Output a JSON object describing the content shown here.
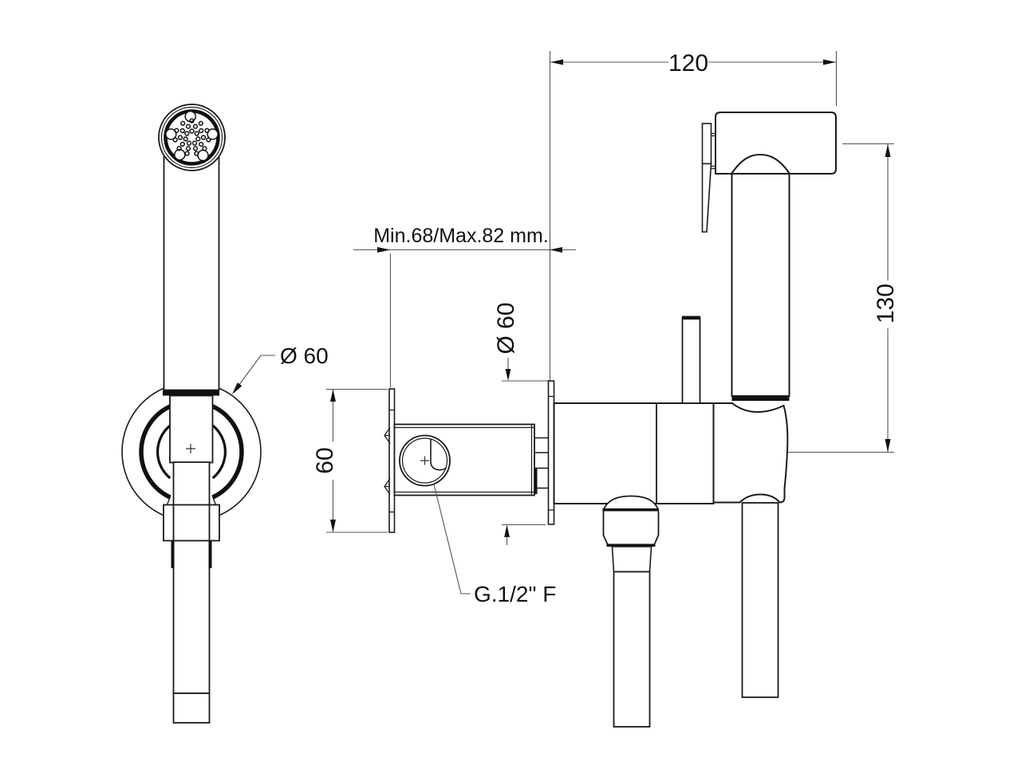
{
  "drawing": {
    "background": "#ffffff",
    "line_color": "#1a1a1a",
    "dim_line_color": "#555555",
    "labels": {
      "front_holder_diameter": "Ø 60",
      "recess_depth_range": "Min.68/Max.82 mm.",
      "flange_diameter": "Ø 60",
      "plate_height": "60",
      "thread_connection": "G.1/2\" F",
      "projection_width": "120",
      "overall_height": "130"
    }
  }
}
